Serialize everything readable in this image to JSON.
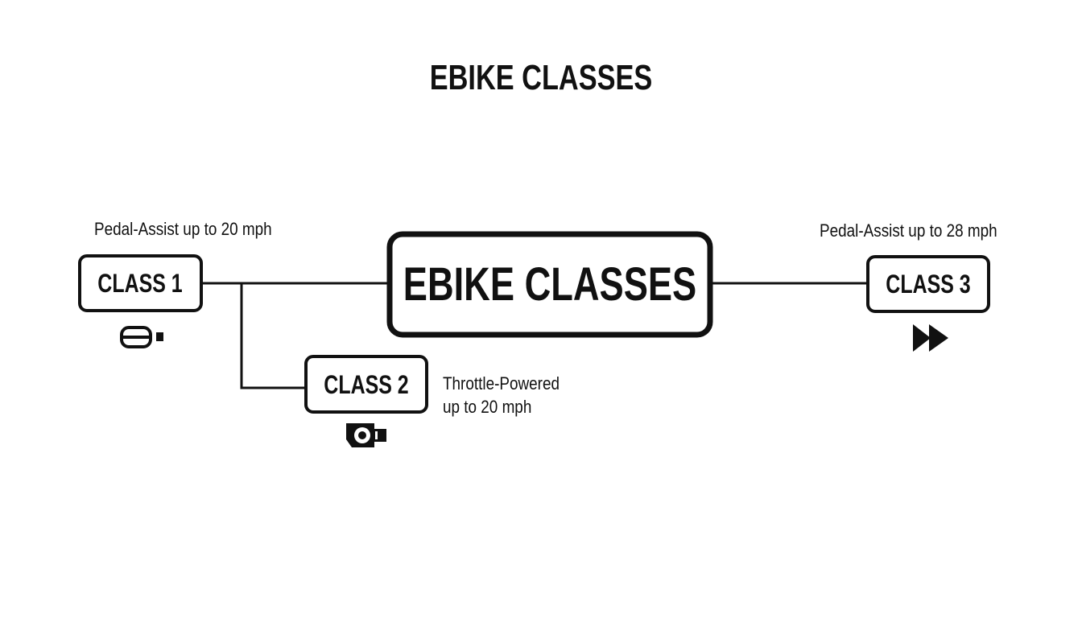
{
  "title": "EBIKE CLASSES",
  "center": {
    "label": "EBIKE CLASSES"
  },
  "classes": [
    {
      "label": "CLASS 1",
      "description": "Pedal-Assist up to 20 mph",
      "icon": "pedal-icon"
    },
    {
      "label": "CLASS 2",
      "description_line1": "Throttle-Powered",
      "description_line2": "up to 20 mph",
      "icon": "throttle-icon"
    },
    {
      "label": "CLASS 3",
      "description": "Pedal-Assist up to 28 mph",
      "icon": "fast-forward-icon"
    }
  ],
  "colors": {
    "stroke": "#111111",
    "background": "#ffffff"
  }
}
